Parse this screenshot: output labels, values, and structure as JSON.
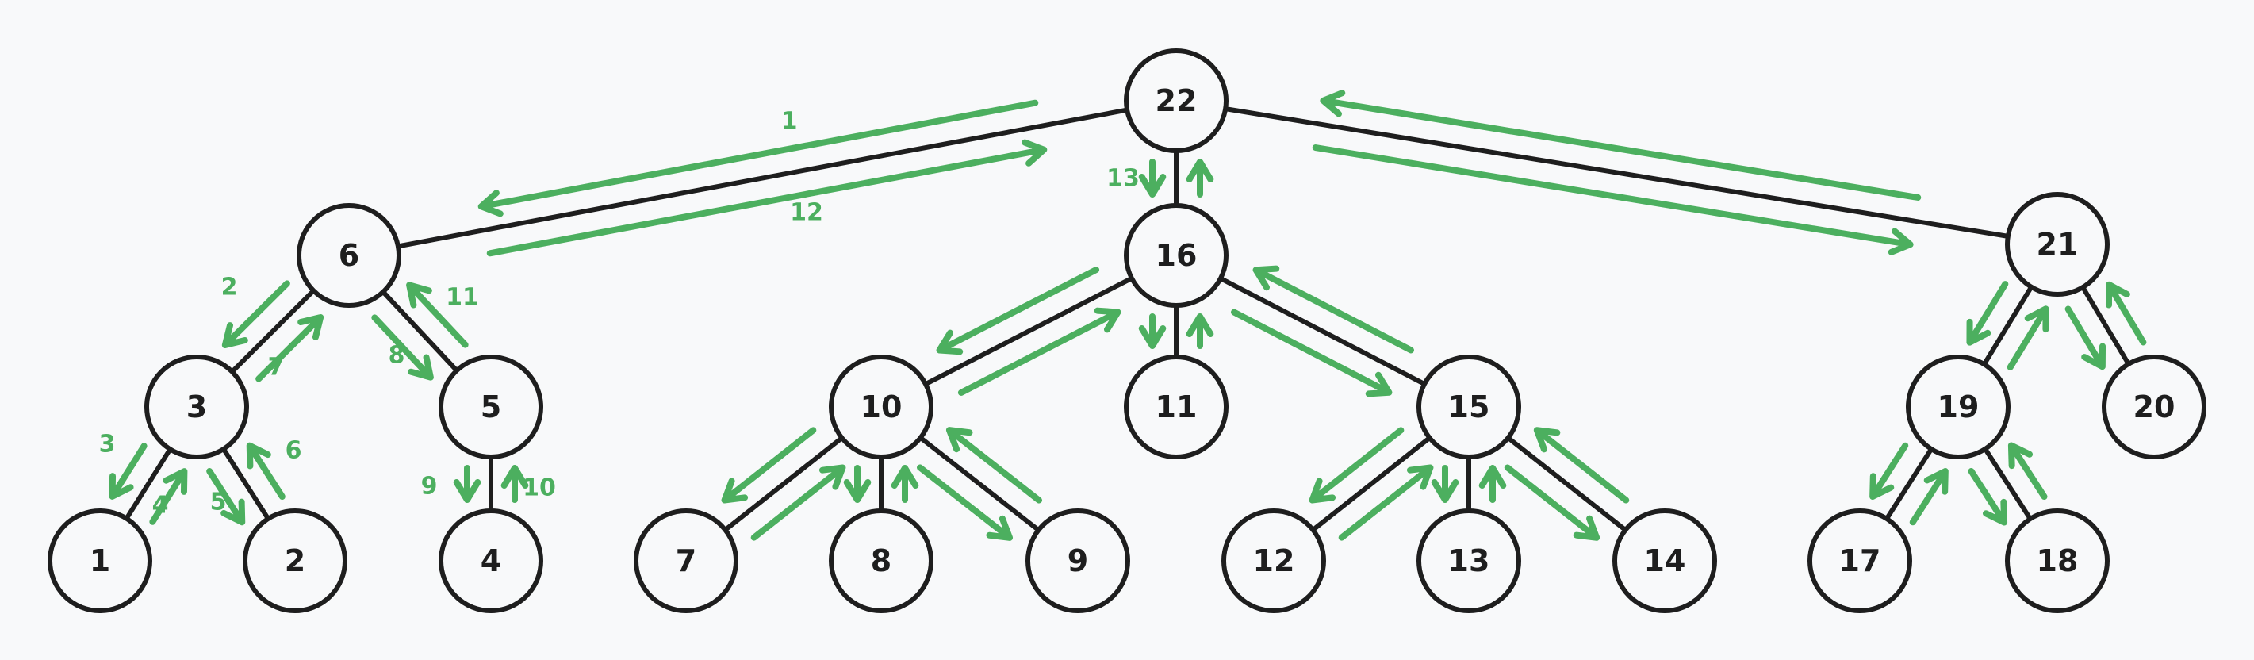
{
  "diagram": {
    "title": "",
    "root": "22",
    "nodes": [
      {
        "id": "22",
        "label": "22"
      },
      {
        "id": "6",
        "label": "6"
      },
      {
        "id": "16",
        "label": "16"
      },
      {
        "id": "21",
        "label": "21"
      },
      {
        "id": "3",
        "label": "3"
      },
      {
        "id": "5",
        "label": "5"
      },
      {
        "id": "10",
        "label": "10"
      },
      {
        "id": "11",
        "label": "11"
      },
      {
        "id": "15",
        "label": "15"
      },
      {
        "id": "19",
        "label": "19"
      },
      {
        "id": "20",
        "label": "20"
      },
      {
        "id": "1",
        "label": "1"
      },
      {
        "id": "2",
        "label": "2"
      },
      {
        "id": "4",
        "label": "4"
      },
      {
        "id": "7",
        "label": "7"
      },
      {
        "id": "8",
        "label": "8"
      },
      {
        "id": "9",
        "label": "9"
      },
      {
        "id": "12",
        "label": "12"
      },
      {
        "id": "13",
        "label": "13"
      },
      {
        "id": "14",
        "label": "14"
      },
      {
        "id": "17",
        "label": "17"
      },
      {
        "id": "18",
        "label": "18"
      }
    ],
    "edges": [
      {
        "parent": "22",
        "child": "6",
        "down_step": "1",
        "up_step": "12"
      },
      {
        "parent": "22",
        "child": "16",
        "down_step": "13",
        "up_step": ""
      },
      {
        "parent": "22",
        "child": "21",
        "down_step": "",
        "up_step": ""
      },
      {
        "parent": "6",
        "child": "3",
        "down_step": "2",
        "up_step": "7"
      },
      {
        "parent": "6",
        "child": "5",
        "down_step": "8",
        "up_step": "11"
      },
      {
        "parent": "3",
        "child": "1",
        "down_step": "3",
        "up_step": "4"
      },
      {
        "parent": "3",
        "child": "2",
        "down_step": "5",
        "up_step": "6"
      },
      {
        "parent": "5",
        "child": "4",
        "down_step": "9",
        "up_step": "10"
      },
      {
        "parent": "16",
        "child": "10",
        "down_step": "",
        "up_step": ""
      },
      {
        "parent": "16",
        "child": "11",
        "down_step": "",
        "up_step": ""
      },
      {
        "parent": "16",
        "child": "15",
        "down_step": "",
        "up_step": ""
      },
      {
        "parent": "10",
        "child": "7",
        "down_step": "",
        "up_step": ""
      },
      {
        "parent": "10",
        "child": "8",
        "down_step": "",
        "up_step": ""
      },
      {
        "parent": "10",
        "child": "9",
        "down_step": "",
        "up_step": ""
      },
      {
        "parent": "15",
        "child": "12",
        "down_step": "",
        "up_step": ""
      },
      {
        "parent": "15",
        "child": "13",
        "down_step": "",
        "up_step": ""
      },
      {
        "parent": "15",
        "child": "14",
        "down_step": "",
        "up_step": ""
      },
      {
        "parent": "21",
        "child": "19",
        "down_step": "",
        "up_step": ""
      },
      {
        "parent": "21",
        "child": "20",
        "down_step": "",
        "up_step": ""
      },
      {
        "parent": "19",
        "child": "17",
        "down_step": "",
        "up_step": ""
      },
      {
        "parent": "19",
        "child": "18",
        "down_step": "",
        "up_step": ""
      }
    ],
    "colors": {
      "background": "#f8f9fa",
      "node_stroke": "#1e1e1e",
      "traversal_arrow": "#4caf5f"
    }
  }
}
